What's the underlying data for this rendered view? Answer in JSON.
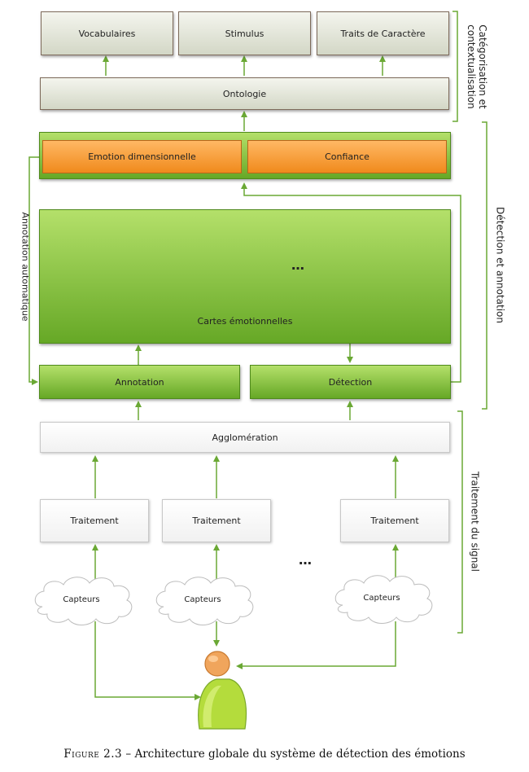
{
  "categorisation": {
    "boxes": [
      "Vocabulaires",
      "Stimulus",
      "Traits de Caractère"
    ],
    "ontology": "Ontologie",
    "side_label_line1": "Catégorisation et",
    "side_label_line2": "contextualisation"
  },
  "detection": {
    "emotion_box": "Emotion dimensionnelle",
    "confidence_box": "Confiance",
    "maps_label": "Cartes émotionnelles",
    "maps_ellipsis": "…",
    "annotation_box": "Annotation",
    "detection_box": "Détection",
    "auto_annotation_label": "Annotation automatique",
    "side_label": "Détection et annotation"
  },
  "signal": {
    "agglomeration": "Agglomération",
    "processing": [
      "Traitement",
      "Traitement",
      "Traitement"
    ],
    "sensors": [
      "Capteurs",
      "Capteurs",
      "Capteurs"
    ],
    "ellipsis": "…",
    "side_label": "Traitement du signal"
  },
  "caption": {
    "prefix": "Figure 2.3",
    "text": " – Architecture globale du système de détection des émotions"
  },
  "colors": {
    "connector": "#6aa834",
    "green_box": "#7cb83a",
    "orange_box": "#f79a2e"
  }
}
